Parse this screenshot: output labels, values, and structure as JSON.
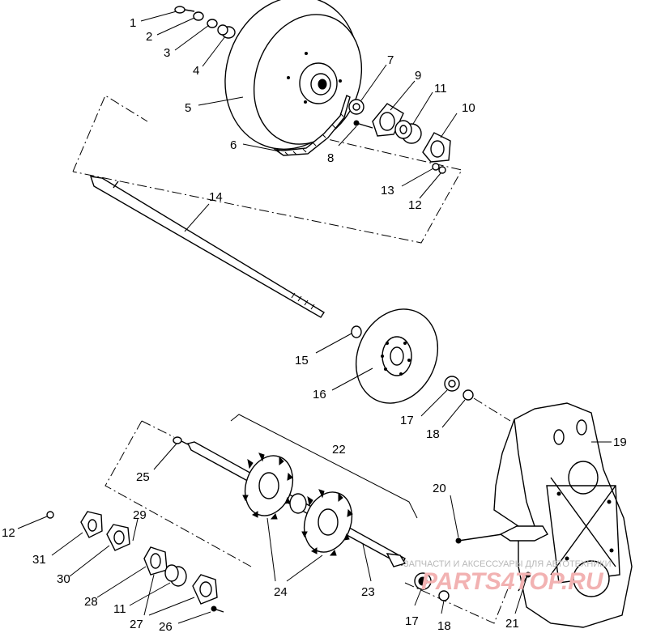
{
  "callouts": {
    "c1": "1",
    "c2": "2",
    "c3": "3",
    "c4": "4",
    "c5": "5",
    "c6": "6",
    "c7": "7",
    "c8": "8",
    "c9": "9",
    "c10": "10",
    "c11a": "11",
    "c12a": "12",
    "c13": "13",
    "c14": "14",
    "c15": "15",
    "c16": "16",
    "c17a": "17",
    "c18a": "18",
    "c19": "19",
    "c20": "20",
    "c21": "21",
    "c22": "22",
    "c23": "23",
    "c24": "24",
    "c25": "25",
    "c26": "26",
    "c27": "27",
    "c28": "28",
    "c29": "29",
    "c30": "30",
    "c31": "31",
    "c12b": "12",
    "c11b": "11",
    "c17b": "17",
    "c18b": "18"
  },
  "watermark": {
    "line1": "ЗАПЧАСТИ И АКСЕССУАРЫ ДЛЯ АВТОТЕХНИКИ",
    "line2": "PARTS4TOP.RU"
  }
}
